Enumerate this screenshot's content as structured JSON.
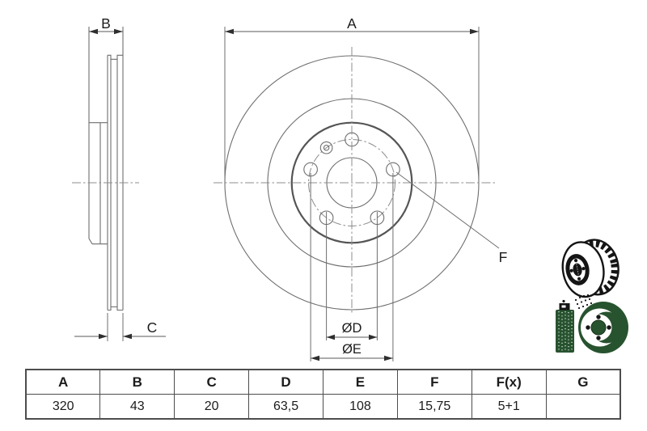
{
  "document": {
    "type": "brake-disc-technical-drawing",
    "background": "#ffffff"
  },
  "colors": {
    "profile_line": "#6e6e6e",
    "thick_hub_circle": "#555555",
    "centerline_dash": "#8c8c8c",
    "dimension_line": "#5a5a5a",
    "arrowhead": "#2e2e2e",
    "label_text": "#1b1b1b",
    "table_border": "#4d4d4d",
    "table_text": "#1c1c1c",
    "icon_black": "#151515",
    "icon_green": "#27532f"
  },
  "drawing": {
    "side_view": {
      "top_label": "B",
      "bottom_label": "C"
    },
    "front_view": {
      "top_label": "A",
      "bore_label": "ØD",
      "bolt_circle_label": "ØE",
      "bolt_hole_label": "F",
      "bolt_hole_count": 5
    }
  },
  "icons": [
    {
      "name": "vented-brake-disc-icon"
    },
    {
      "name": "coated-brake-disc-spray-icon"
    }
  ],
  "table": {
    "columns": [
      "A",
      "B",
      "C",
      "D",
      "E",
      "F",
      "F(x)",
      "G"
    ],
    "values": [
      "320",
      "43",
      "20",
      "63,5",
      "108",
      "15,75",
      "5+1",
      ""
    ]
  }
}
